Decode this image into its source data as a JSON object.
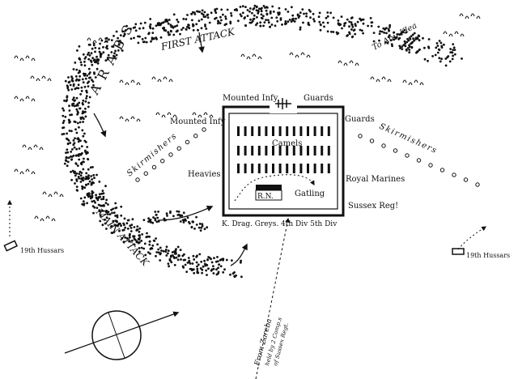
{
  "labels": {
    "arabs": "ARABS",
    "first_attack": "FIRST ATTACK",
    "main_attack": "MAIN ATTACK",
    "to_abu_klea": "To Abu Klea",
    "mounted_infy_top": "Mounted Infy",
    "guards_top": "Guards",
    "mounted_infy_left": "Mounted Infy",
    "guards_right": "Guards",
    "camels": "Camels",
    "heavies": "Heavies",
    "royal_marines": "Royal Marines",
    "rn": "R.N.",
    "gatling": "Gatling",
    "sussex_regt": "Sussex Reg!",
    "bottom_face": "K. Drag. Greys. 4th Div 5th Div",
    "skirmishers_left": "Skirmishers",
    "skirmishers_right": "Skirmishers",
    "hussars_left": "19th Hussars",
    "hussars_right": "19th Hussars",
    "from_zareba": "From Zareba",
    "held_by": "held by 2 Comp.s",
    "of_sussex": "of Sussex Regt."
  },
  "colors": {
    "ink": "#111111",
    "paper": "#ffffff"
  }
}
